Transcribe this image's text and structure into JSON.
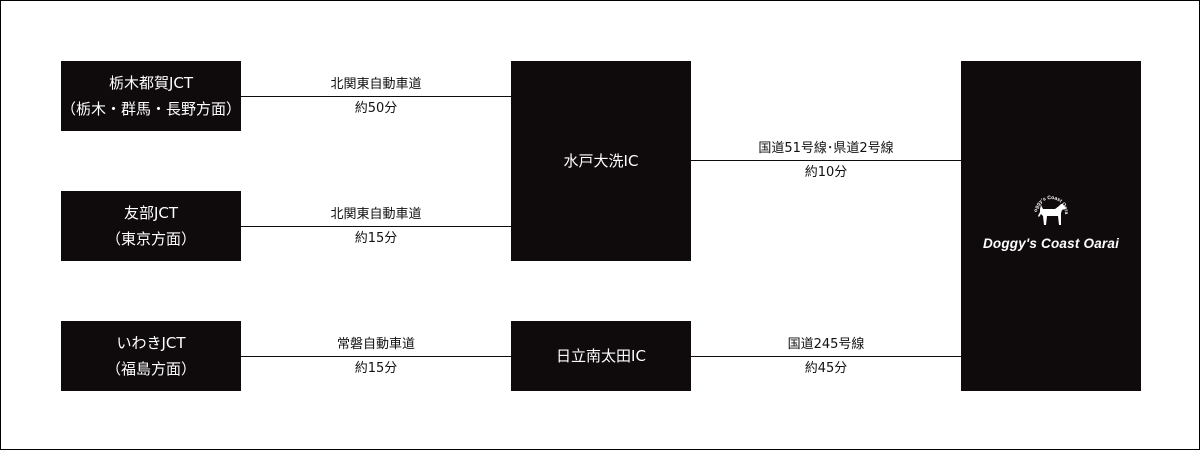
{
  "origins": [
    {
      "line1": "栃木都賀JCT",
      "line2": "（栃木・群馬・長野方面）"
    },
    {
      "line1": "友部JCT",
      "line2": "（東京方面）"
    },
    {
      "line1": "いわきJCT",
      "line2": "（福島方面）"
    }
  ],
  "routes_to_interchange": [
    {
      "road": "北関東自動車道",
      "time": "約50分"
    },
    {
      "road": "北関東自動車道",
      "time": "約15分"
    },
    {
      "road": "常磐自動車道",
      "time": "約15分"
    }
  ],
  "interchanges": [
    {
      "name": "水戸大洗IC"
    },
    {
      "name": "日立南太田IC"
    }
  ],
  "routes_to_destination": [
    {
      "road": "国道51号線･県道2号線",
      "time": "約10分"
    },
    {
      "road": "国道245号線",
      "time": "約45分"
    }
  ],
  "destination": {
    "name": "Doggy's Coast Oarai",
    "logo_text": "Doggy's Coast Oarai",
    "logo_icon": "dog-silhouette-icon"
  },
  "colors": {
    "box": "#0f0a0b",
    "box_text": "#ffffff",
    "line": "#0f0a0b"
  }
}
